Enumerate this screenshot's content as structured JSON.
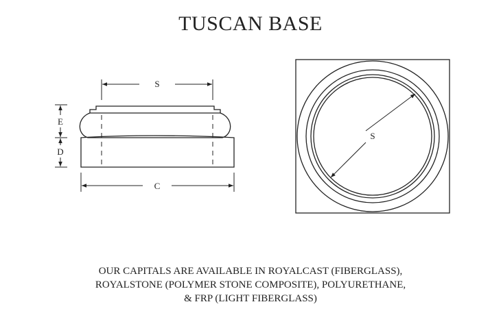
{
  "title": "TUSCAN BASE",
  "labels": {
    "side_width": "S",
    "top_diameter": "S",
    "height_e": "E",
    "height_d": "D",
    "plinth_width": "C"
  },
  "note_lines": [
    "OUR CAPITALS ARE AVAILABLE IN ROYALCAST (FIBERGLASS),",
    "ROYALSTONE (POLYMER STONE COMPOSITE), POLYURETHANE,",
    "& FRP (LIGHT FIBERGLASS)"
  ],
  "colors": {
    "line": "#222222",
    "background": "#ffffff"
  }
}
